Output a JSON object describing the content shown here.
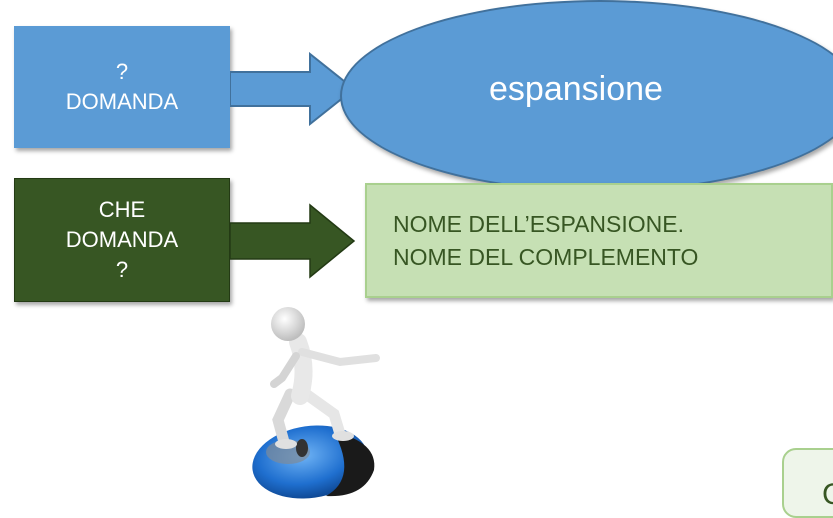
{
  "top_box": {
    "line1": "?",
    "line2": "DOMANDA"
  },
  "ellipse": {
    "label": "espansione"
  },
  "question_box": {
    "line1": "CHE",
    "line2": "DOMANDA",
    "line3": "?"
  },
  "answer_box": {
    "line1": "NOME DELL’ESPANSIONE.",
    "line2": "NOME DEL COMPLEMENTO"
  },
  "corner_box": {
    "letter": "C"
  },
  "colors": {
    "blue_fill": "#5b9bd5",
    "blue_stroke": "#41719c",
    "dark_green": "#375623",
    "light_green": "#c6e0b4",
    "green_border": "#a9d08e"
  },
  "icons": {
    "figure": "stick-figure-on-computer-mouse-icon"
  }
}
